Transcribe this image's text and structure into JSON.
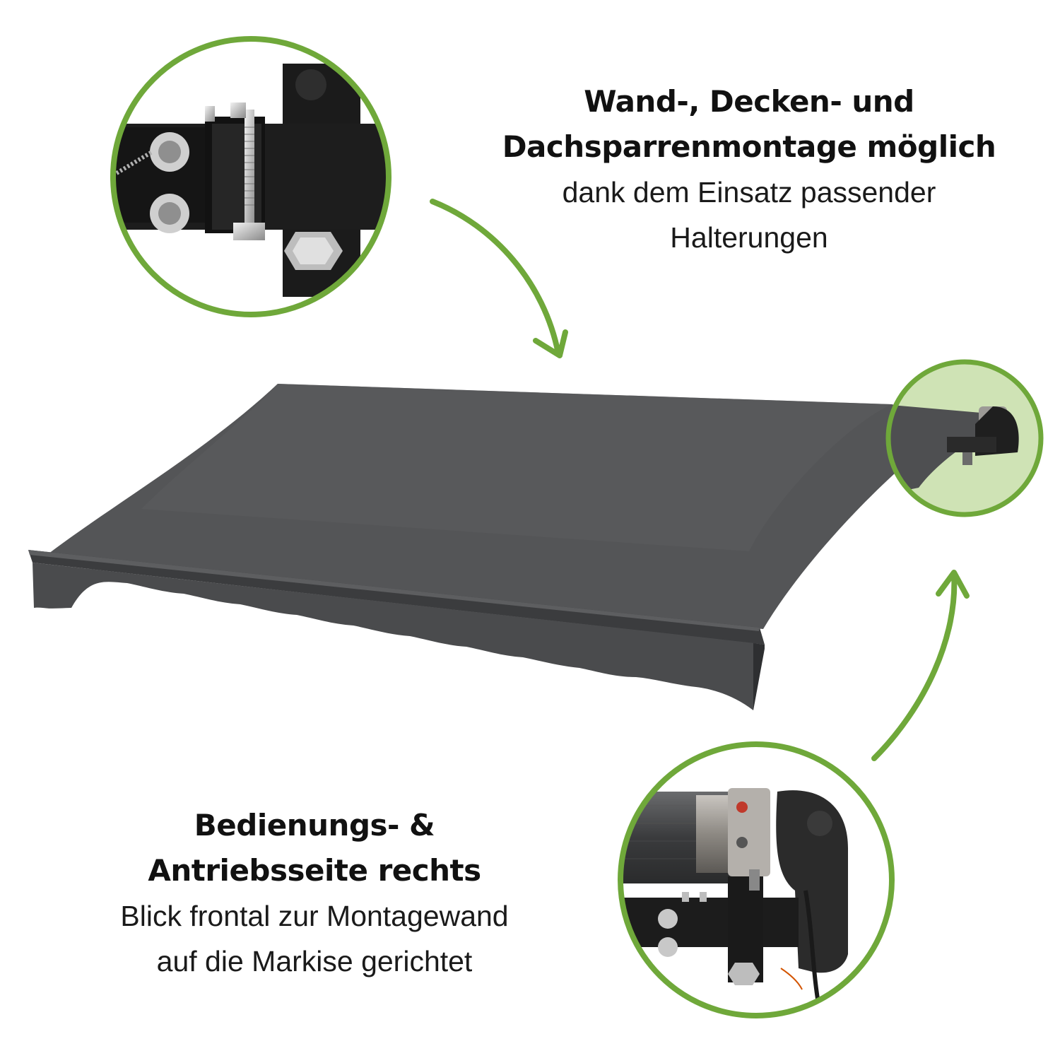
{
  "top_caption": {
    "heading_line1": "Wand-, Decken- und",
    "heading_line2": "Dachsparrenmontage möglich",
    "body_line1": "dank dem Einsatz passender",
    "body_line2": "Halterungen"
  },
  "bottom_caption": {
    "heading_line1": "Bedienungs- &",
    "heading_line2": "Antriebsseite rechts",
    "body_line1": "Blick frontal zur Montagewand",
    "body_line2": "auf die Markise gerichtet"
  },
  "colors": {
    "accent_green": "#6fa83a",
    "awning_gray": "#545557",
    "awning_dark": "#3f4042",
    "hardware_black": "#1b1b1b",
    "highlight_circle_fill": "#cfe3b5"
  }
}
